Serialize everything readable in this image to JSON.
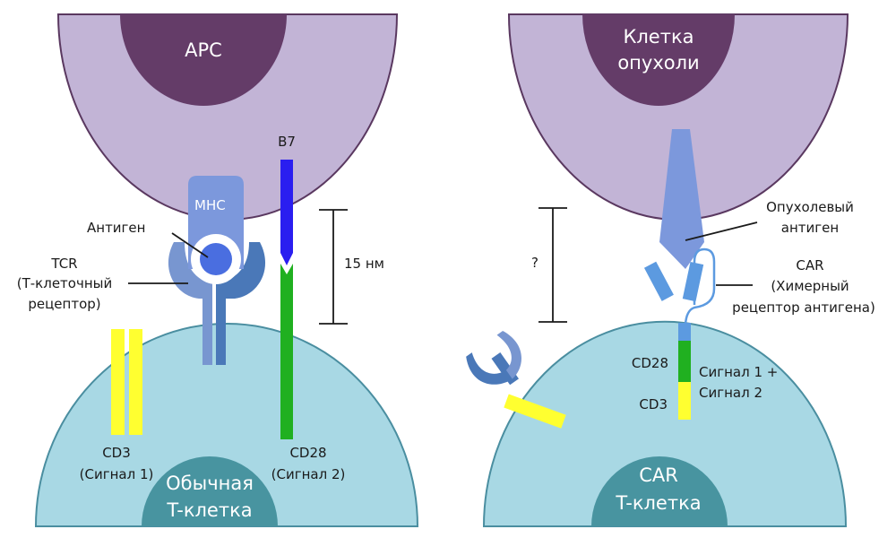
{
  "colors": {
    "apc_cell": "#c2b4d6",
    "apc_nucleus": "#643c68",
    "t_cell": "#a8d8e4",
    "t_nucleus": "#4894a0",
    "cd3": "#ffff30",
    "cd28": "#20b020",
    "b7": "#2a1ef0",
    "mhc": "#7c98dc",
    "tcr": "#7896d0",
    "tcr_dark": "#4a78b8",
    "antigen": "#4a6ee0",
    "car": "#5c9ae0"
  },
  "icons": [
    "receptor-fork-icon",
    "antigen-sphere-icon",
    "scale-bracket-icon"
  ],
  "left": {
    "apc_label": "APC",
    "t_cell_label_line1": "Обычная",
    "t_cell_label_line2": "T-клетка",
    "b7_label": "B7",
    "mhc_label": "MHC",
    "antigen_label": "Антиген",
    "tcr_line1": "TCR",
    "tcr_line2": "(Т-клеточный",
    "tcr_line3": "рецептор)",
    "distance_label": "15 нм",
    "cd3_line1": "CD3",
    "cd3_line2": "(Сигнал 1)",
    "cd28_line1": "CD28",
    "cd28_line2": "(Сигнал 2)"
  },
  "right": {
    "tumor_line1": "Клетка",
    "tumor_line2": "опухоли",
    "t_cell_label_line1": "CAR",
    "t_cell_label_line2": "T-клетка",
    "tumor_antigen_line1": "Опухолевый",
    "tumor_antigen_line2": "антиген",
    "car_line1": "CAR",
    "car_line2": "(Химерный",
    "car_line3": "рецептор антигена)",
    "distance_label": "?",
    "cd28_label": "CD28",
    "cd3_label": "CD3",
    "signal_line1": "Сигнал 1 +",
    "signal_line2": "Сигнал 2"
  }
}
